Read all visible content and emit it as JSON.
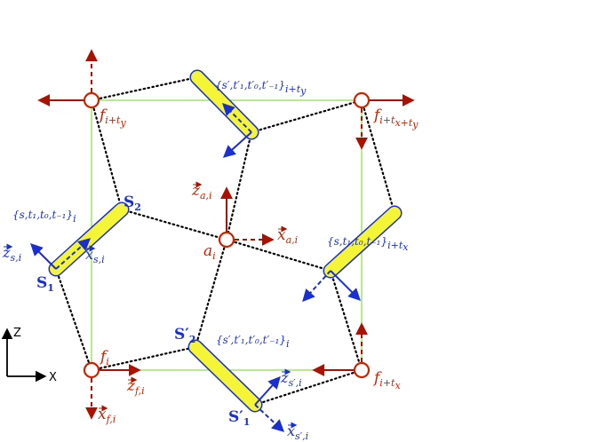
{
  "nodes": {
    "f_tl": "f",
    "f_tl_sub": "i+t",
    "f_tl_subsub": "y",
    "f_tr": "f",
    "f_tr_sub": "i+t",
    "f_tr_subsub": "x+t",
    "f_tr_subsub2": "y",
    "f_bl": "f",
    "f_bl_sub": "i",
    "f_br": "f",
    "f_br_sub": "i+t",
    "f_br_subsub": "x",
    "a": "a",
    "a_sub": "i"
  },
  "vectors": {
    "z_a": "z",
    "z_a_sub": "a,i",
    "x_a": "x",
    "x_a_sub": "a,i",
    "z_f": "z",
    "z_f_sub": "f,i",
    "x_f": "x",
    "x_f_sub": "f,i",
    "z_s": "z",
    "z_s_sub": "s,i",
    "x_s": "x",
    "x_s_sub": "s,i",
    "z_sp": "z",
    "z_sp_sub": "s′,i",
    "x_sp": "x",
    "x_sp_sub": "s′,i"
  },
  "sets": {
    "top": "{s′,t′₁,t′₀,t′₋₁}",
    "top_sub": "i+t",
    "top_subsub": "y",
    "left": "{s,t₁,t₀,t₋₁}",
    "left_sub": "i",
    "right": "{s,t₁,t₀,t₋₁}",
    "right_sub": "i+t",
    "right_subsub": "x",
    "bottom": "{s′,t′₁,t′₀,t′₋₁}",
    "bottom_sub": "i"
  },
  "sites": {
    "S1": "S",
    "S1_sub": "1",
    "S2": "S",
    "S2_sub": "2",
    "S1p": "S′",
    "S1p_sub": "1",
    "S2p": "S′",
    "S2p_sub": "2"
  },
  "axes": {
    "z": "Z",
    "x": "X"
  },
  "colors": {
    "red": "#cc2200",
    "blue": "#1a2fd0",
    "green": "#88dd44",
    "yellow": "#f5f538",
    "black": "#000000"
  }
}
